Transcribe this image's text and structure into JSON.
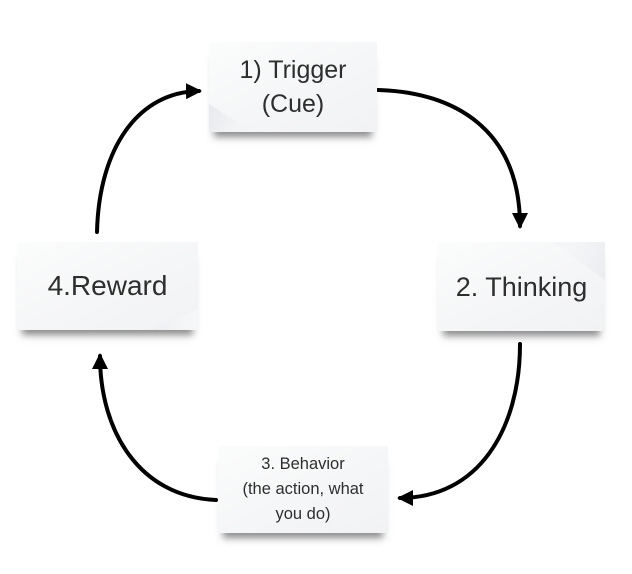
{
  "diagram": {
    "type": "cycle",
    "direction": "clockwise",
    "nodes": [
      {
        "id": "trigger",
        "order": 1,
        "label": "1) Trigger\n(Cue)"
      },
      {
        "id": "thinking",
        "order": 2,
        "label": "2. Thinking"
      },
      {
        "id": "behavior",
        "order": 3,
        "label": "3. Behavior\n(the action, what\nyou do)"
      },
      {
        "id": "reward",
        "order": 4,
        "label": "4.Reward"
      }
    ],
    "edges": [
      {
        "from": "trigger",
        "to": "thinking"
      },
      {
        "from": "thinking",
        "to": "behavior"
      },
      {
        "from": "behavior",
        "to": "reward"
      },
      {
        "from": "reward",
        "to": "trigger"
      }
    ],
    "colors": {
      "canvas_bg": "#ffffff",
      "note_bg": "#f4f5f6",
      "note_text": "#2e2e2e",
      "arrow": "#000000"
    }
  }
}
